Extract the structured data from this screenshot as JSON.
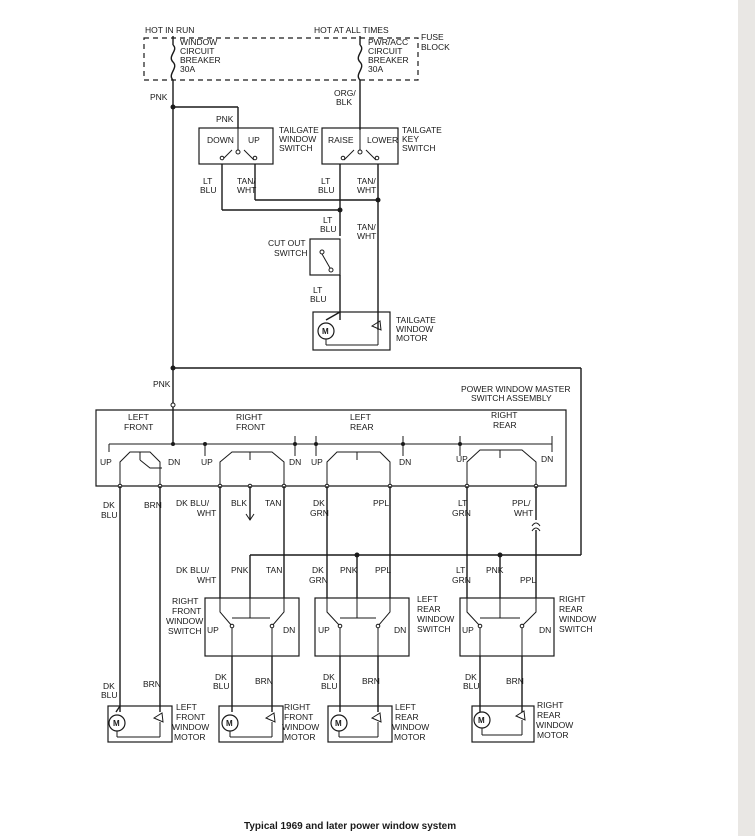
{
  "caption": "Typical 1969 and later power window system",
  "top": {
    "hot_in_run": "HOT IN RUN",
    "hot_at_all_times": "HOT AT ALL TIMES",
    "fuse_block": [
      "FUSE",
      "BLOCK"
    ],
    "breaker_window": [
      "WINDOW",
      "CIRCUIT",
      "BREAKER",
      "30A"
    ],
    "breaker_pwr": [
      "PWR/ACC",
      "CIRCUIT",
      "BREAKER",
      "30A"
    ]
  },
  "wires": {
    "pnk": "PNK",
    "org_blk": [
      "ORG/",
      "BLK"
    ],
    "lt_blu": [
      "LT",
      "BLU"
    ],
    "tan_wht": [
      "TAN/",
      "WHT"
    ],
    "dk_blu": [
      "DK",
      "BLU"
    ],
    "brn": "BRN",
    "dk_blu_wht": [
      "DK BLU/",
      "WHT"
    ],
    "blk": "BLK",
    "tan": "TAN",
    "dk_grn": [
      "DK",
      "GRN"
    ],
    "ppl": "PPL",
    "lt_grn": [
      "LT",
      "GRN"
    ],
    "ppl_wht": [
      "PPL/",
      "WHT"
    ]
  },
  "tailgate": {
    "window_switch": [
      "TAILGATE",
      "WINDOW",
      "SWITCH"
    ],
    "key_switch": [
      "TAILGATE",
      "KEY",
      "SWITCH"
    ],
    "down": "DOWN",
    "up": "UP",
    "raise": "RAISE",
    "lower": "LOWER",
    "cut_out_switch": [
      "CUT OUT",
      "SWITCH"
    ],
    "motor": [
      "TAILGATE",
      "WINDOW",
      "MOTOR"
    ]
  },
  "master": {
    "title": [
      "POWER WINDOW MASTER",
      "SWITCH ASSEMBLY"
    ],
    "sections": [
      [
        "LEFT",
        "FRONT"
      ],
      [
        "RIGHT",
        "FRONT"
      ],
      [
        "LEFT",
        "REAR"
      ],
      [
        "RIGHT",
        "REAR"
      ]
    ],
    "up": "UP",
    "dn": "DN"
  },
  "switches": {
    "right_front": [
      "RIGHT",
      "FRONT",
      "WINDOW",
      "SWITCH"
    ],
    "left_rear": [
      "LEFT",
      "REAR",
      "WINDOW",
      "SWITCH"
    ],
    "right_rear": [
      "RIGHT",
      "REAR",
      "WINDOW",
      "SWITCH"
    ]
  },
  "motors": {
    "letter": "M",
    "left_front": [
      "LEFT",
      "FRONT",
      "WINDOW",
      "MOTOR"
    ],
    "right_front": [
      "RIGHT",
      "FRONT",
      "WINDOW",
      "MOTOR"
    ],
    "left_rear": [
      "LEFT",
      "REAR",
      "WINDOW",
      "MOTOR"
    ],
    "right_rear": [
      "RIGHT",
      "REAR",
      "WINDOW",
      "MOTOR"
    ]
  }
}
